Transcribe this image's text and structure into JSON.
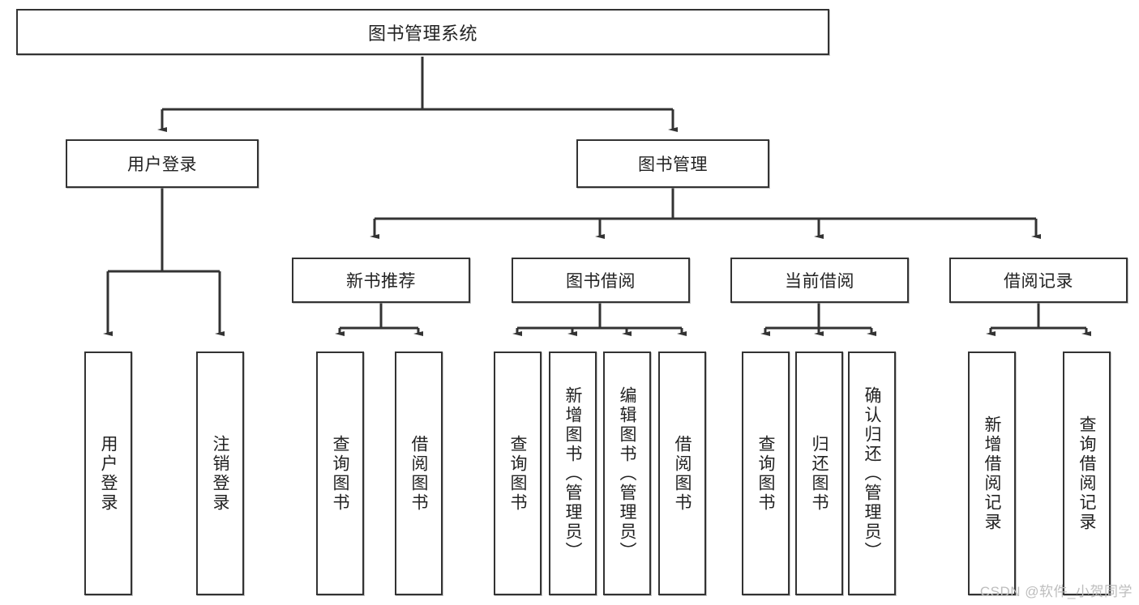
{
  "diagram": {
    "type": "tree-hierarchy-chart",
    "title_text": "图书管理系统",
    "colors": {
      "stroke": "#333333",
      "box_fill": "#ffffff",
      "text": "#222222",
      "watermark": "#bdbdbd",
      "background": "#ffffff"
    },
    "root": {
      "label": "图书管理系统"
    },
    "level2": [
      {
        "id": "user-login",
        "label": "用户登录"
      },
      {
        "id": "book-management",
        "label": "图书管理"
      }
    ],
    "level3": [
      {
        "id": "new-book-recommend",
        "label": "新书推荐"
      },
      {
        "id": "book-borrow",
        "label": "图书借阅"
      },
      {
        "id": "current-borrow",
        "label": "当前借阅"
      },
      {
        "id": "borrow-record",
        "label": "借阅记录"
      }
    ],
    "leaves": {
      "user_login": [
        {
          "id": "leaf-user-login",
          "label": "用户登录"
        },
        {
          "id": "leaf-logout",
          "label": "注销登录"
        }
      ],
      "new_book_recommend": [
        {
          "id": "leaf-query-book-1",
          "label": "查询图书"
        },
        {
          "id": "leaf-borrow-book-1",
          "label": "借阅图书"
        }
      ],
      "book_borrow": [
        {
          "id": "leaf-query-book-2",
          "label": "查询图书"
        },
        {
          "id": "leaf-add-book",
          "label": "新增图书（管理员）"
        },
        {
          "id": "leaf-edit-book",
          "label": "编辑图书（管理员）"
        },
        {
          "id": "leaf-borrow-book-2",
          "label": "借阅图书"
        }
      ],
      "current_borrow": [
        {
          "id": "leaf-query-book-3",
          "label": "查询图书"
        },
        {
          "id": "leaf-return-book",
          "label": "归还图书"
        },
        {
          "id": "leaf-confirm-return",
          "label": "确认归还（管理员）"
        }
      ],
      "borrow_record": [
        {
          "id": "leaf-add-record",
          "label": "新增借阅记录"
        },
        {
          "id": "leaf-query-record",
          "label": "查询借阅记录"
        }
      ]
    },
    "watermark": "CSDN @软件_小贺同学"
  }
}
